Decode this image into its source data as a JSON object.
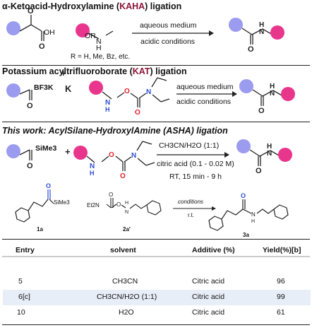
{
  "sections": {
    "kaha": {
      "greek": "α",
      "title_pre": "-Ketoacid-Hydroxylamine (",
      "abbr": "KAHA",
      "title_post": ") ligation",
      "reagent_or": "OR",
      "reagent_n": "N",
      "reagent_h": "H",
      "reagent_oh": "OH",
      "r_groups": "R = H, Me, Bz, etc.",
      "cond1": "aqueous medium",
      "cond2": "acidic conditions"
    },
    "kat": {
      "title_pre": "Potassium acyltrifluoroborate (",
      "abbr": "KAT",
      "title_post": ") ligation",
      "bf3k": "BF3K",
      "cond1": "aqueous medium",
      "cond2": "acidic conditions"
    },
    "asha": {
      "title": "This work: AcylSilane-HydroxylAmine (ASHA) ligation",
      "sime3": "SiMe3",
      "cond1": "CH3CN/H2O (1:1)",
      "cond2": "citric acid (0.1 - 0.02 M)",
      "cond3": "RT,  15 min - 9 h"
    }
  },
  "scheme": {
    "label_1a": "1a",
    "label_2a": "2a'",
    "label_3a": "3a",
    "sime3": "SiMe3",
    "et2n": "Et2N",
    "conditions": "conditions",
    "rt": "r.t."
  },
  "table": {
    "headers": [
      "Entry",
      "solvent",
      "Additive (%)",
      "Yield(%)[b]"
    ],
    "rows": [
      {
        "entry": "5",
        "solvent": "CH3CN",
        "additive": "Citric acid",
        "yield": "96"
      },
      {
        "entry": "6[c]",
        "solvent": "CH3CN/H2O (1:1)",
        "additive": "Citric acid",
        "yield": "99"
      },
      {
        "entry": "10",
        "solvent": "H2O",
        "additive": "Citric acid",
        "yield": "61"
      }
    ]
  },
  "colors": {
    "blue_ball": "#9b9bf0",
    "pink_ball": "#e9368d",
    "title_highlight": "#8a1538",
    "oxygen": "#e0202a",
    "nitrogen": "#2e4fd0",
    "row_shade": "#e8eef8"
  }
}
